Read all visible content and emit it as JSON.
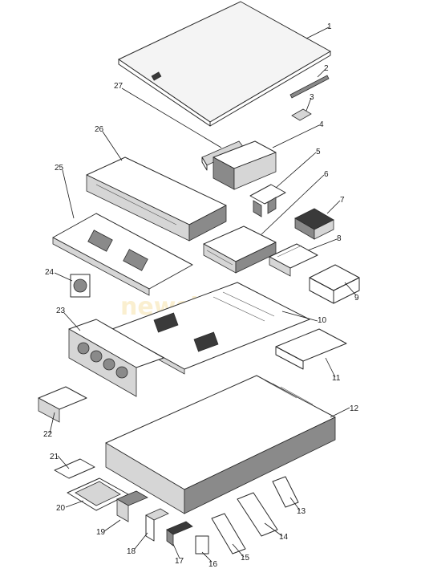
{
  "diagram": {
    "callouts": [
      {
        "n": "1",
        "label": "1"
      },
      {
        "n": "2",
        "label": "2"
      },
      {
        "n": "3",
        "label": "3"
      },
      {
        "n": "4",
        "label": "4"
      },
      {
        "n": "5",
        "label": "5"
      },
      {
        "n": "6",
        "label": "6"
      },
      {
        "n": "7",
        "label": "7"
      },
      {
        "n": "8",
        "label": "8"
      },
      {
        "n": "9",
        "label": "9"
      },
      {
        "n": "10",
        "label": "10"
      },
      {
        "n": "11",
        "label": "11"
      },
      {
        "n": "12",
        "label": "12"
      },
      {
        "n": "13",
        "label": "13"
      },
      {
        "n": "14",
        "label": "14"
      },
      {
        "n": "15",
        "label": "15"
      },
      {
        "n": "16",
        "label": "16"
      },
      {
        "n": "17",
        "label": "17"
      },
      {
        "n": "18",
        "label": "18"
      },
      {
        "n": "19",
        "label": "19"
      },
      {
        "n": "20",
        "label": "20"
      },
      {
        "n": "21",
        "label": "21"
      },
      {
        "n": "22",
        "label": "22"
      },
      {
        "n": "23",
        "label": "23"
      },
      {
        "n": "24",
        "label": "24"
      },
      {
        "n": "25",
        "label": "25"
      },
      {
        "n": "26",
        "label": "26"
      },
      {
        "n": "27",
        "label": "27"
      }
    ],
    "watermark": "newsl"
  }
}
